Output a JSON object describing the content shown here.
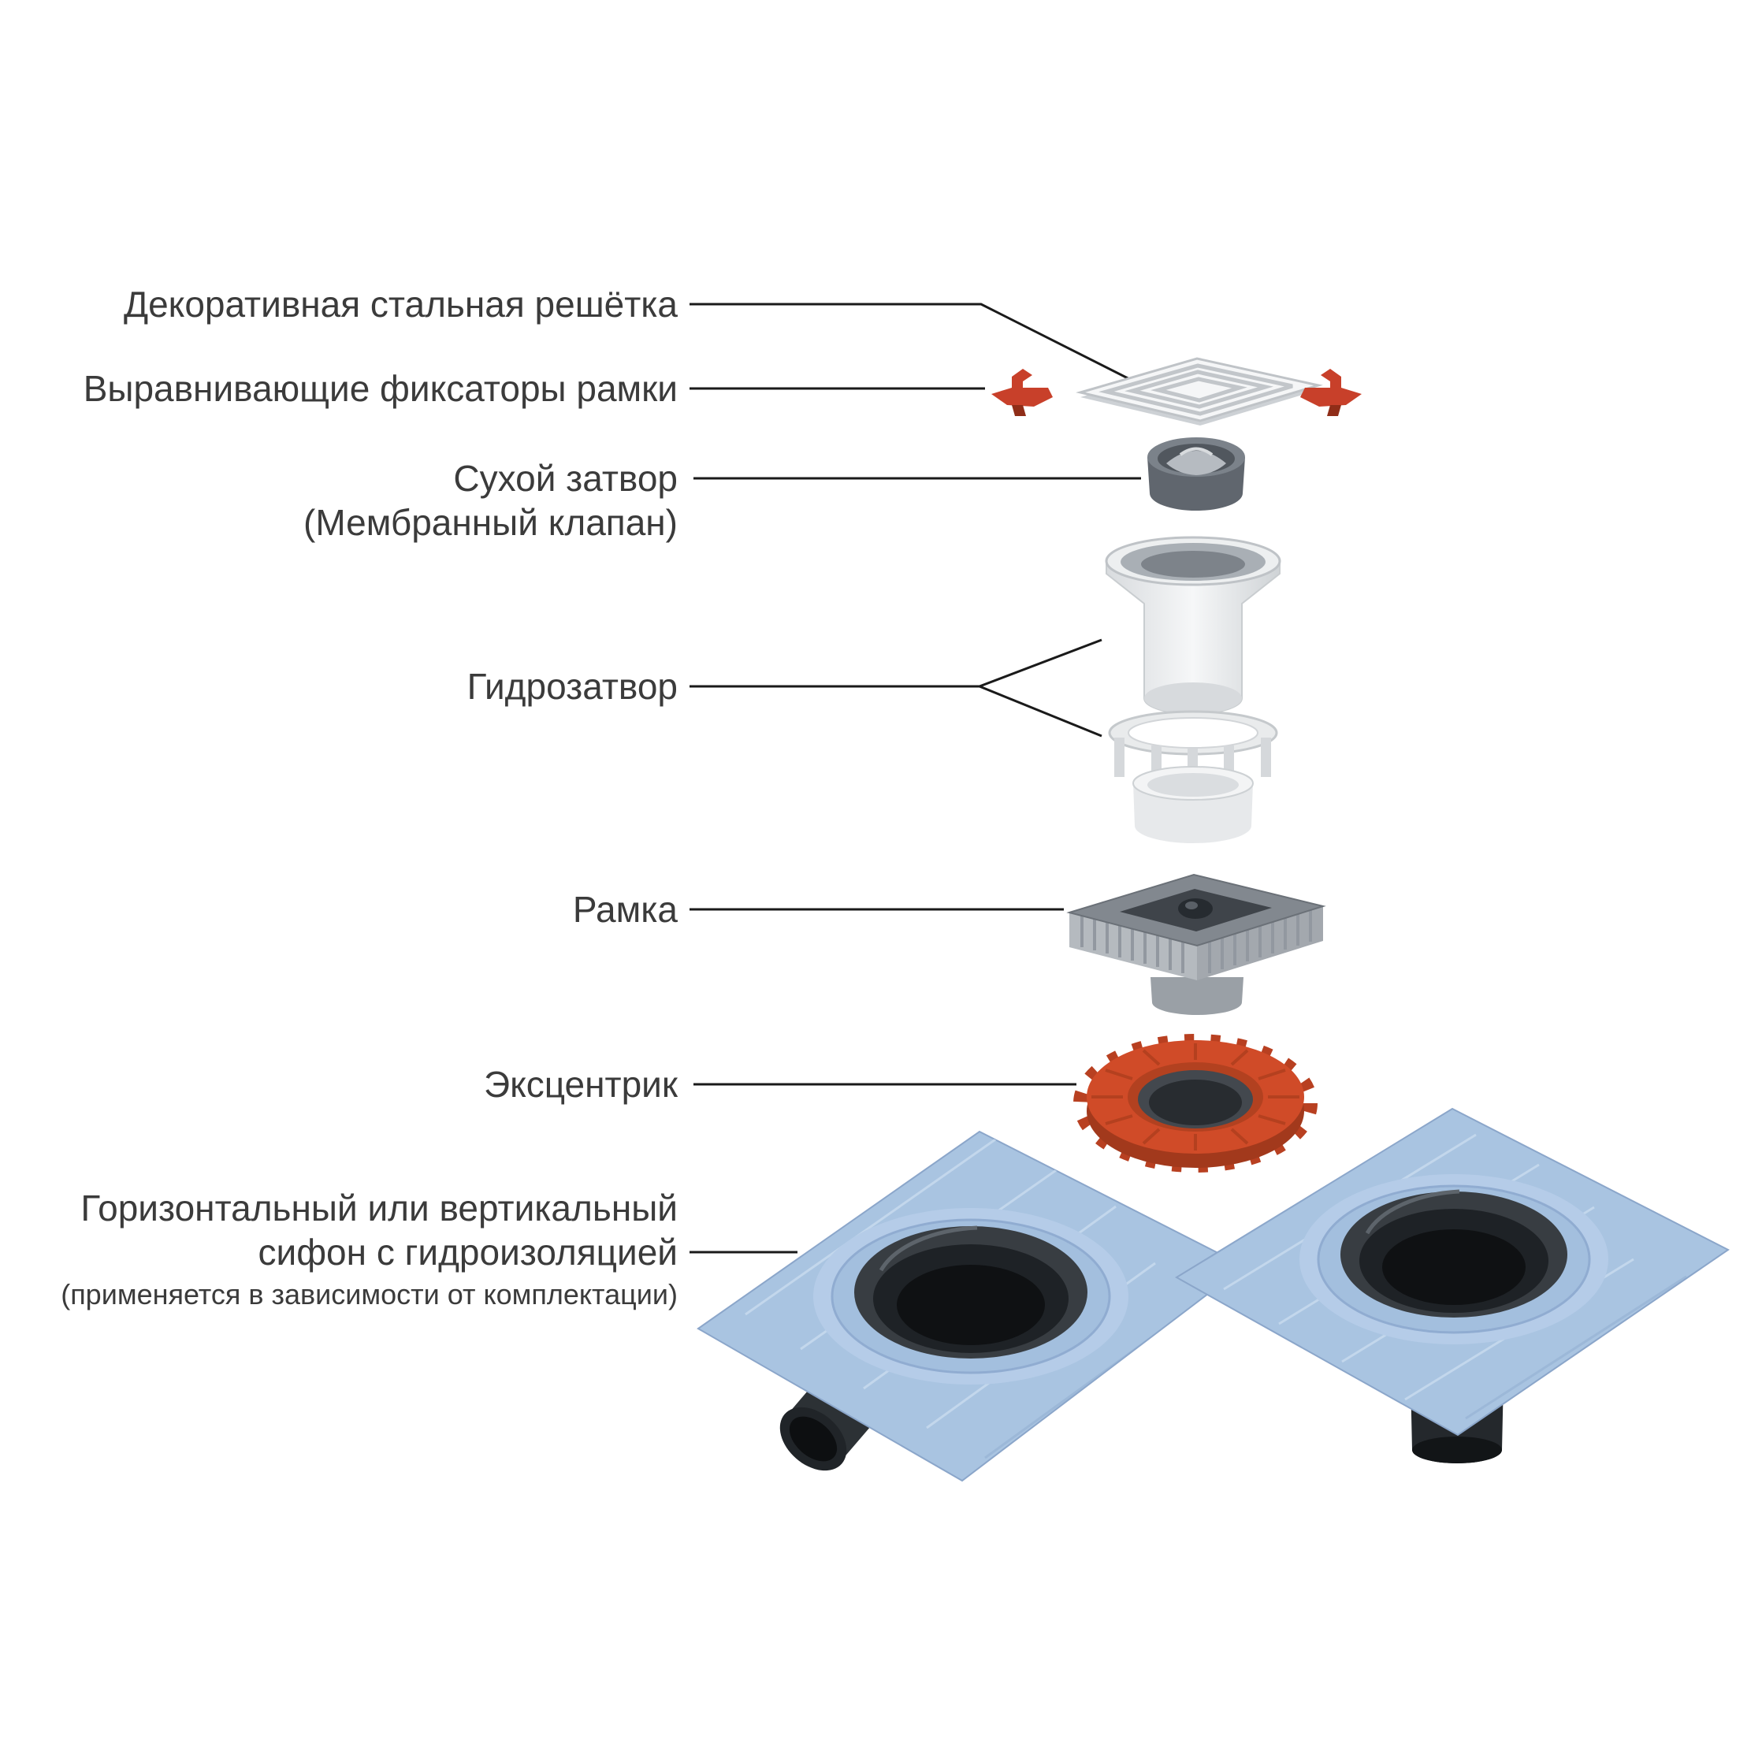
{
  "labels": {
    "grate": "Декоративная стальная решётка",
    "fixators": "Выравнивающие фиксаторы рамки",
    "dry_seal": "Сухой затвор",
    "dry_seal_sub": "(Мембранный клапан)",
    "water_seal": "Гидрозатвор",
    "frame": "Рамка",
    "eccentric": "Эксцентрик",
    "siphon_1": "Горизонтальный или вертикальный",
    "siphon_2": "сифон с гидроизоляцией",
    "siphon_note": "(применяется в зависимости от комплектации)"
  },
  "colors": {
    "text": "#3b3b3b",
    "leader_line": "#1a1a1a",
    "fixator_red": "#c8402a",
    "eccentric_red": "#d04b28",
    "membrane_blue": "#a9c4e1",
    "drain_black": "#1e2226",
    "metal_gray": "#82888f",
    "plastic_white": "#f3f4f5"
  }
}
